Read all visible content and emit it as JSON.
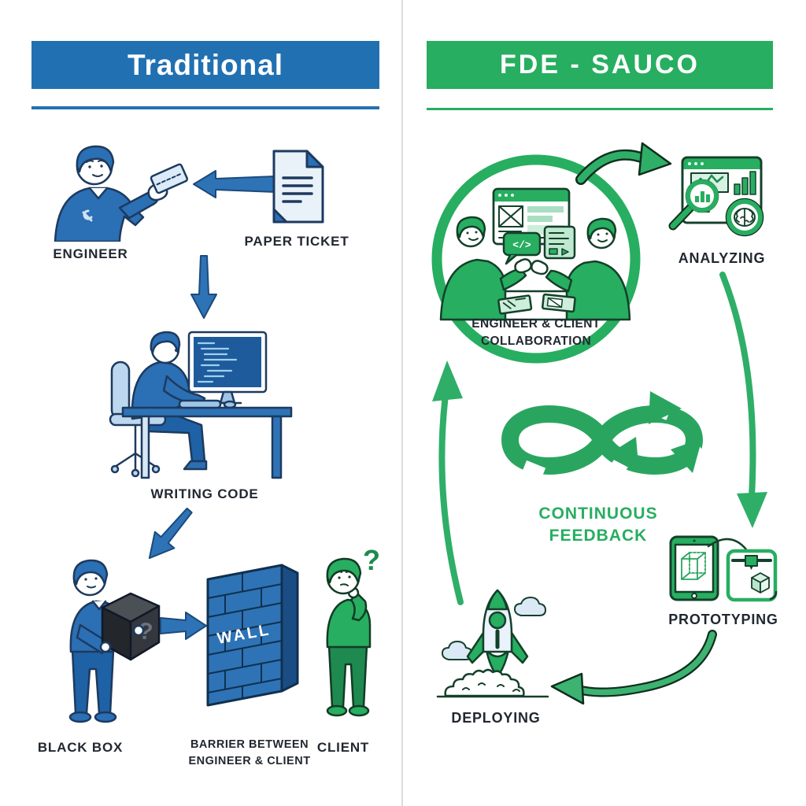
{
  "left_panel": {
    "title": "Traditional",
    "engineer_label": "ENGINEER",
    "paper_ticket_label": "PAPER TICKET",
    "writing_code_label": "WRITING CODE",
    "black_box_label": "BLACK BOX",
    "box_question_mark": "?",
    "wall_text": "WALL",
    "barrier_label_line1": "BARRIER BETWEEN",
    "barrier_label_line2": "ENGINEER & CLIENT",
    "client_label": "CLIENT",
    "client_question_mark": "?"
  },
  "right_panel": {
    "title": "FDE - SAUCO",
    "collaboration_label_line1": "ENGINEER & CLIENT",
    "collaboration_label_line2": "COLLABORATION",
    "code_bubble_text": "</>",
    "analyzing_label": "ANALYZING",
    "feedback_label_line1": "CONTINUOUS",
    "feedback_label_line2": "FEEDBACK",
    "prototyping_label": "PROTOTYPING",
    "deploying_label": "DEPLOYING"
  },
  "colors": {
    "accent_blue": "#2170b2",
    "accent_green": "#27ae60"
  }
}
